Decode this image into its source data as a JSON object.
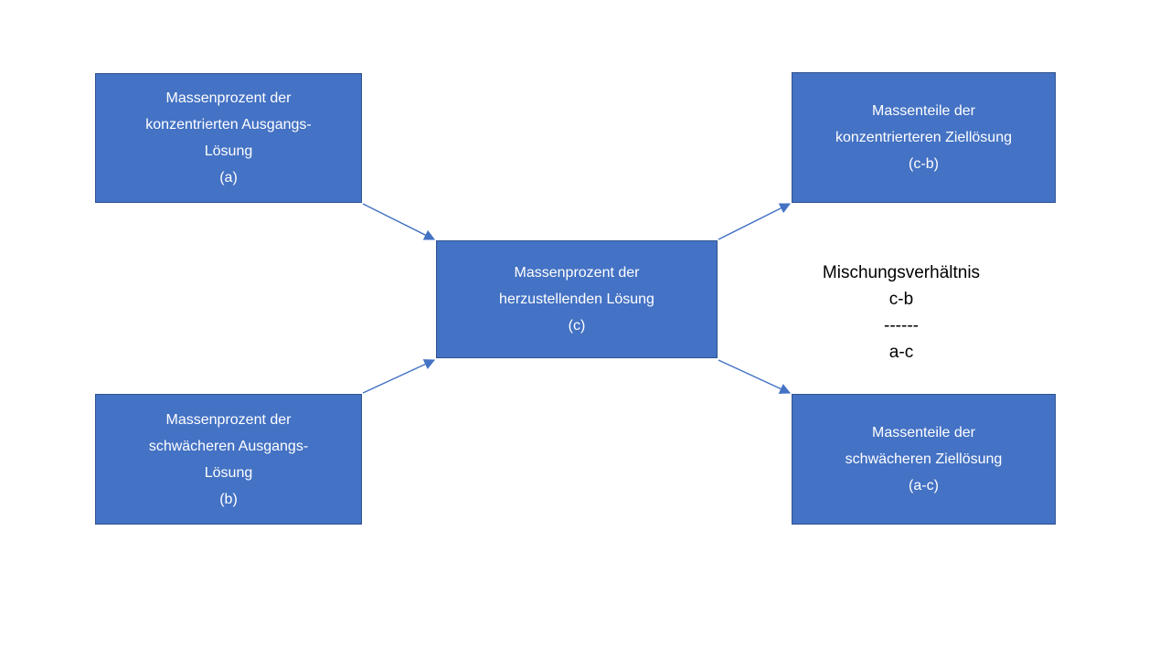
{
  "diagram": {
    "colors": {
      "background": "#ffffff",
      "box_fill": "#4472c4",
      "box_border": "#2f528f",
      "box_text": "#ffffff",
      "arrow": "#4472c4",
      "note_text": "#000000"
    },
    "boxes": {
      "top_left": {
        "lines": [
          "Massenprozent der",
          "konzentrierten Ausgangs-",
          "Lösung",
          "(a)"
        ]
      },
      "top_right": {
        "lines": [
          "Massenteile der",
          "konzentrierteren Ziellösung",
          "(c-b)"
        ]
      },
      "center": {
        "lines": [
          "Massenprozent der",
          "herzustellenden Lösung",
          "(c)"
        ]
      },
      "bottom_left": {
        "lines": [
          "Massenprozent der",
          "schwächeren Ausgangs-",
          "Lösung",
          "(b)"
        ]
      },
      "bottom_right": {
        "lines": [
          "Massenteile der",
          "schwächeren Ziellösung",
          "(a-c)"
        ]
      }
    },
    "note": {
      "title": "Mischungsverhältnis",
      "numerator": "c-b",
      "divider": "------",
      "denominator": "a-c"
    }
  }
}
